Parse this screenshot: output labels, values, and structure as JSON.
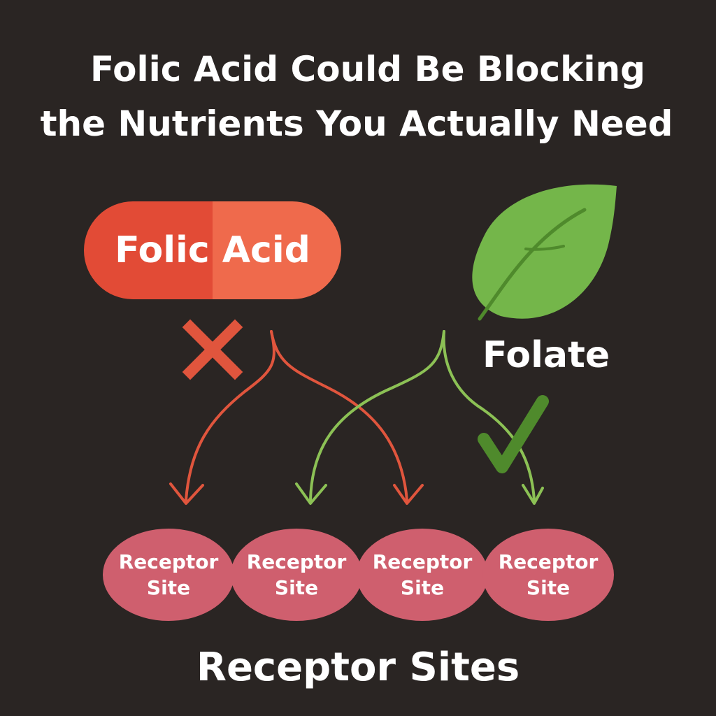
{
  "title": {
    "line1": "Folic Acid Could Be Blocking",
    "line2": "the Nutrients You Actually Need"
  },
  "folic_acid": {
    "label": "Folic Acid",
    "status_icon": "cross-icon"
  },
  "folate": {
    "label": "Folate",
    "icon": "leaf-icon",
    "status_icon": "check-icon"
  },
  "receptors": [
    {
      "label": "Receptor\nSite"
    },
    {
      "label": "Receptor\nSite"
    },
    {
      "label": "Receptor\nSite"
    },
    {
      "label": "Receptor\nSite"
    }
  ],
  "footer": {
    "label": "Receptor Sites"
  },
  "colors": {
    "background": "#2a2523",
    "folic_red": "#e24b36",
    "folic_red_light": "#ef6a4c",
    "folate_green": "#74b64a",
    "folate_green_dark": "#4f8a2c",
    "receptor_pink": "#cf5f6e",
    "arrow_red": "#e0553d",
    "arrow_green": "#8cc155"
  }
}
